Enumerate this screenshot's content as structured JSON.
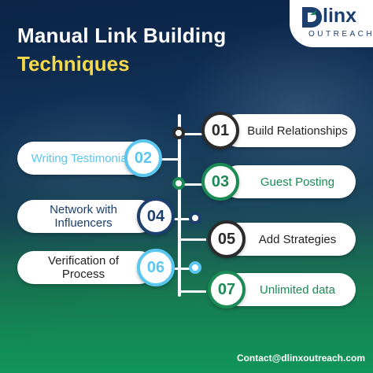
{
  "title": {
    "line1": "Manual Link Building",
    "line2": "Techniques"
  },
  "logo": {
    "initial": "D",
    "word": "linx",
    "sub": "OUTREACH"
  },
  "steps": [
    {
      "number": "01",
      "label": "Build Relationships",
      "color": "#2b2b2b",
      "text_color": "#222222"
    },
    {
      "number": "02",
      "label": "Writing Testimonials",
      "color": "#5bc6ee",
      "text_color": "#5bc6ee"
    },
    {
      "number": "03",
      "label": "Guest Posting",
      "color": "#1b8a55",
      "text_color": "#1b8a55"
    },
    {
      "number": "04",
      "label": "Network with Influencers",
      "color": "#1c3f6e",
      "text_color": "#1c3f6e"
    },
    {
      "number": "05",
      "label": "Add Strategies",
      "color": "#2b2b2b",
      "text_color": "#222222"
    },
    {
      "number": "06",
      "label": "Verification of Process",
      "color": "#5bc6ee",
      "text_color": "#222222"
    },
    {
      "number": "07",
      "label": "Unlimited data",
      "color": "#1b8a55",
      "text_color": "#1b8a55"
    }
  ],
  "contact": "Contact@dlinxoutreach.com",
  "colors": {
    "accent_yellow": "#f6d94a",
    "navy": "#1c3f6e",
    "green": "#1b8a55",
    "sky": "#5bc6ee"
  }
}
